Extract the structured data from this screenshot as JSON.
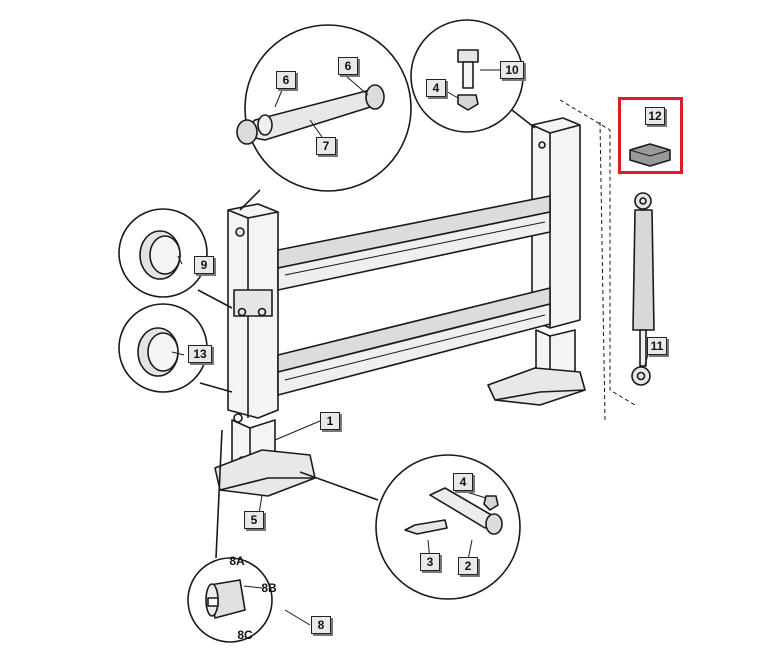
{
  "diagram": {
    "callouts": {
      "c1": "1",
      "c2": "2",
      "c3": "3",
      "c4a": "4",
      "c4b": "4",
      "c5": "5",
      "c6a": "6",
      "c6b": "6",
      "c7": "7",
      "c8": "8",
      "c8a": "8A",
      "c8b": "8B",
      "c8c": "8C",
      "c9": "9",
      "c10": "10",
      "c11": "11",
      "c12": "12",
      "c13": "13"
    },
    "highlight": {
      "callout": "12",
      "color": "#e01b24"
    },
    "colors": {
      "line": "#1a1a1a",
      "shade": "#cfcfcf",
      "tag_bg": "#e9e9e9"
    }
  }
}
